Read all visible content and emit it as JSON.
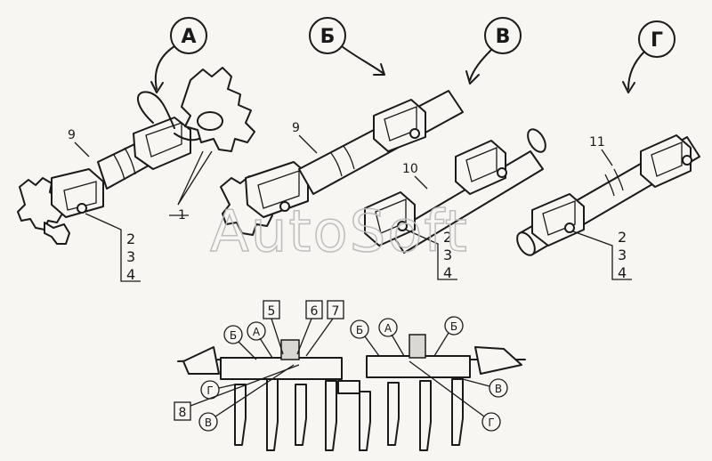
{
  "watermark": "AutoSoft",
  "views": {
    "a": "А",
    "b": "Б",
    "v": "В",
    "g": "Г"
  },
  "callouts": {
    "n1": "1",
    "n9a": "9",
    "n9b": "9",
    "n10": "10",
    "n11": "11",
    "stack_a": [
      "2",
      "3",
      "4"
    ],
    "stack_b": [
      "2",
      "3",
      "4"
    ],
    "stack_c": [
      "2",
      "3",
      "4"
    ]
  },
  "plan": {
    "boxed": [
      "5",
      "6",
      "7",
      "8"
    ],
    "letters_left": [
      "Б",
      "А",
      "Г",
      "В"
    ],
    "letters_right": [
      "Б",
      "А",
      "Б",
      "В",
      "Г"
    ]
  }
}
